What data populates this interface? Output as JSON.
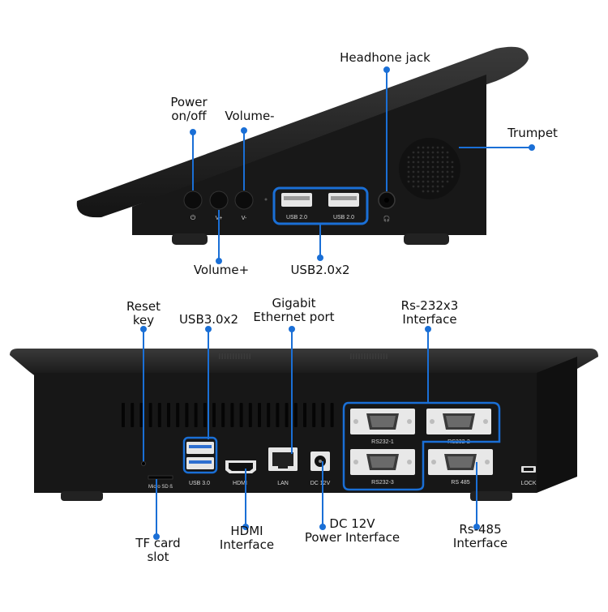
{
  "top_device": {
    "callouts": {
      "power": "Power\non/off",
      "volume_minus": "Volume-",
      "headphone": "Headhone jack",
      "trumpet": "Trumpet",
      "volume_plus": "Volume+",
      "usb2": "USB2.0x2"
    },
    "port_labels": {
      "power_symbol": "⏻",
      "volume_plus": "V+",
      "volume_minus": "V-",
      "usb_a": "USB 2.0",
      "usb_b": "USB 2.0",
      "headphone_symbol": "🎧"
    }
  },
  "bottom_device": {
    "callouts": {
      "reset": "Reset\nkey",
      "usb3": "USB3.0x2",
      "ethernet": "Gigabit\nEthernet port",
      "rs232": "Rs-232x3\nInterface",
      "tf_card": "TF card\nslot",
      "hdmi": "HDMI\nInterface",
      "dc": "DC 12V\nPower Interface",
      "rs485": "Rs-485\nInterface"
    },
    "port_labels": {
      "microsd": "Micro SD ß",
      "usb3": "USB 3.0",
      "hdmi": "HDMI",
      "lan": "LAN",
      "dc": "DC 12V",
      "rs232_1": "RS232-1",
      "rs232_2": "RS232-2",
      "rs232_3": "RS232-3",
      "rs485": "RS 485",
      "lock": "LOCK"
    }
  },
  "colors": {
    "accent": "#1a6fd6",
    "body": "#1b1b1b",
    "port_label": "#d8d8d8"
  }
}
